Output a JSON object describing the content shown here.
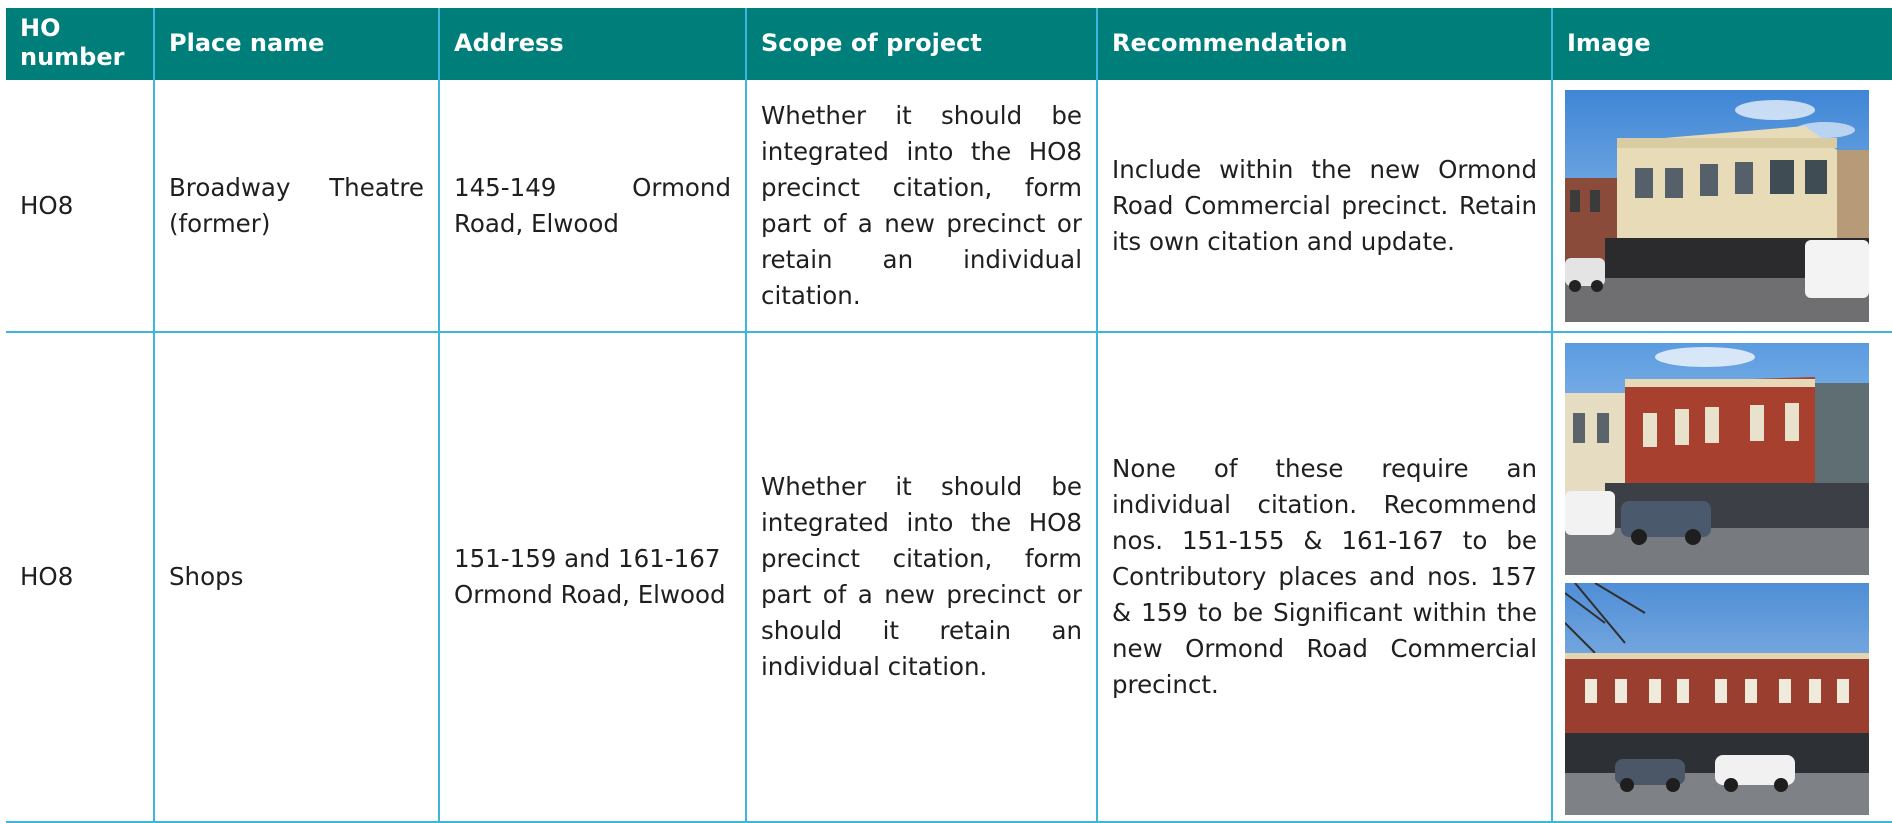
{
  "table": {
    "headers": [
      "HO number",
      "Place name",
      "Address",
      "Scope of project",
      "Recommendation",
      "Image"
    ],
    "rows": [
      {
        "ho_number": "HO8",
        "place_name": "Broadway Theatre (former)",
        "address": "145-149 Ormond Road, Elwood",
        "scope": "Whether it should be integrated into the HO8 precinct citation, form part of a new precinct or retain an individual citation.",
        "recommendation": "Include within the new Ormond Road Commercial precinct. Retain its own citation and update.",
        "images": [
          "broadway-theatre-photo"
        ]
      },
      {
        "ho_number": "HO8",
        "place_name": "Shops",
        "address": "151-159 and 161-167 Ormond Road, Elwood",
        "scope": "Whether it should be integrated into the HO8 precinct citation, form part of a new precinct or should it retain an individual citation.",
        "recommendation": "None of these require an individual citation. Recommend nos. 151-155 & 161-167 to be Contributory places and nos. 157 & 159 to be Significant within the new Ormond Road Commercial precinct.",
        "images": [
          "shops-photo-angled",
          "shops-photo-front"
        ]
      }
    ]
  },
  "colors": {
    "header_bg": "#007e7a",
    "header_text": "#ffffff",
    "grid_line": "#3fb4dc",
    "body_text": "#1f1f1f"
  }
}
